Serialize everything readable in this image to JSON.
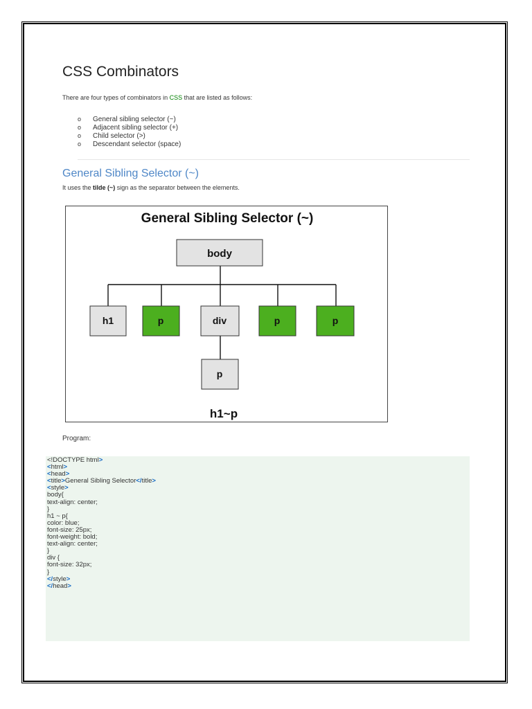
{
  "heading": "CSS Combinators",
  "intro": {
    "before": "There are four types of combinators in ",
    "keyword": "CSS",
    "after": " that are listed as follows:"
  },
  "combinators": [
    "General sibling selector (~)",
    "Adjacent sibling selector (+)",
    "Child selector (>)",
    "Descendant selector (space)"
  ],
  "bullet_glyph": "o",
  "section": {
    "title": "General Sibling Selector (~)",
    "desc_before": "It uses the ",
    "desc_bold": "tilde (~)",
    "desc_after": " sign as the separator between the elements."
  },
  "diagram": {
    "title": "General Sibling Selector (~)",
    "root": "body",
    "children": [
      "h1",
      "p",
      "div",
      "p",
      "p"
    ],
    "grandchild": "p",
    "caption": "h1~p",
    "colors": {
      "highlight": "#4caf1f",
      "plain": "#e3e3e3"
    }
  },
  "program_label": "Program:",
  "code_lines": [
    [
      {
        "t": "<!DOCTYPE html"
      },
      {
        "t": ">",
        "tag": true
      }
    ],
    [
      {
        "t": "<",
        "tag": true
      },
      {
        "t": "html"
      },
      {
        "t": ">",
        "tag": true
      }
    ],
    [
      {
        "t": "<",
        "tag": true
      },
      {
        "t": "head"
      },
      {
        "t": ">",
        "tag": true
      }
    ],
    [
      {
        "t": "<",
        "tag": true
      },
      {
        "t": "title"
      },
      {
        "t": ">",
        "tag": true
      },
      {
        "t": "General Sibling Selector"
      },
      {
        "t": "</",
        "tag": true
      },
      {
        "t": "title"
      },
      {
        "t": ">",
        "tag": true
      }
    ],
    [
      {
        "t": "<",
        "tag": true
      },
      {
        "t": "style"
      },
      {
        "t": ">",
        "tag": true
      }
    ],
    [
      {
        "t": "body{"
      }
    ],
    [
      {
        "t": "text-align: center;"
      }
    ],
    [
      {
        "t": "}"
      }
    ],
    [
      {
        "t": "h1 ~ p{"
      }
    ],
    [
      {
        "t": "color: blue;"
      }
    ],
    [
      {
        "t": "font-size: 25px;"
      }
    ],
    [
      {
        "t": "font-weight: bold;"
      }
    ],
    [
      {
        "t": "text-align: center;"
      }
    ],
    [
      {
        "t": "}"
      }
    ],
    [
      {
        "t": "div {"
      }
    ],
    [
      {
        "t": "font-size: 32px;"
      }
    ],
    [
      {
        "t": "}"
      }
    ],
    [
      {
        "t": "</",
        "tag": true
      },
      {
        "t": "style"
      },
      {
        "t": ">",
        "tag": true
      }
    ],
    [
      {
        "t": "</",
        "tag": true
      },
      {
        "t": "head"
      },
      {
        "t": ">",
        "tag": true
      }
    ]
  ]
}
